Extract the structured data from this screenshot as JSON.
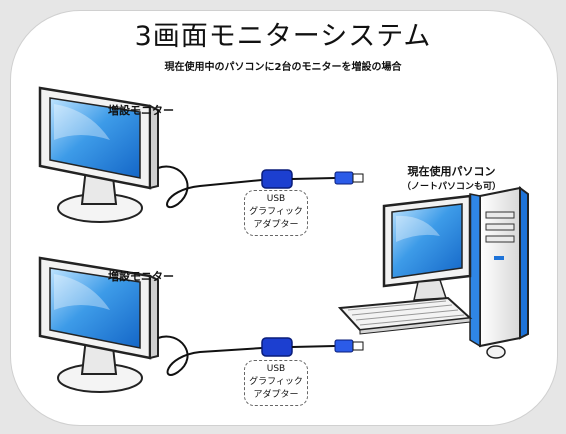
{
  "title": "3画面モニターシステム",
  "subtitle": "現在使用中のパソコンに2台のモニターを増設の場合",
  "monitor_top_label": "増設モニター",
  "monitor_bottom_label": "増設モニター",
  "pc_label": "現在使用パソコン",
  "pc_sublabel": "（ノートパソコンも可）",
  "adapter_top": {
    "line1": "USB",
    "line2": "グラフィック",
    "line3": "アダプター"
  },
  "adapter_bottom": {
    "line1": "USB",
    "line2": "グラフィック",
    "line3": "アダプター"
  }
}
